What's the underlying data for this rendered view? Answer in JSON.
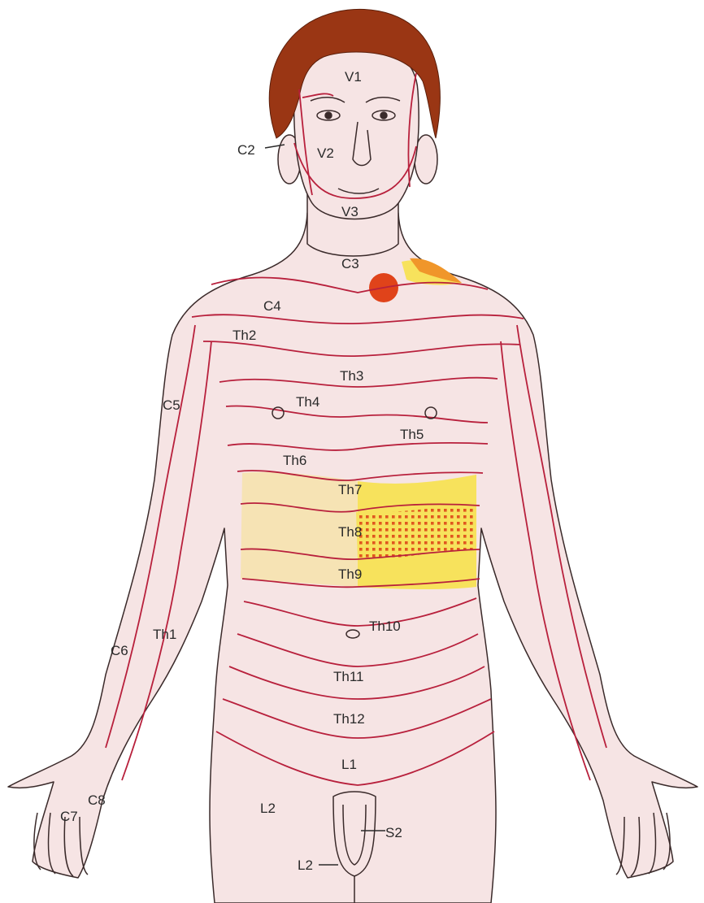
{
  "colors": {
    "skin": "#f6e4e4",
    "outline": "#3a2a2a",
    "dermatome_line": "#b8203c",
    "hair": "#9a3614",
    "pain_yellow": "#f7e25c",
    "pain_dots": "#e0571f",
    "referral_red": "#e0431a",
    "referral_orange": "#f0962a"
  },
  "labels": {
    "v1": "V1",
    "v2": "V2",
    "v3": "V3",
    "c2_side": "C2",
    "c3": "C3",
    "c4": "C4",
    "c5": "C5",
    "c6": "C6",
    "c7": "C7",
    "c8": "C8",
    "th1": "Th1",
    "th2": "Th2",
    "th3": "Th3",
    "th4": "Th4",
    "th5": "Th5",
    "th6": "Th6",
    "th7": "Th7",
    "th8": "Th8",
    "th9": "Th9",
    "th10": "Th10",
    "th11": "Th11",
    "th12": "Th12",
    "l1": "L1",
    "l2_thigh": "L2",
    "l2_genital": "L2",
    "s2": "S2"
  }
}
